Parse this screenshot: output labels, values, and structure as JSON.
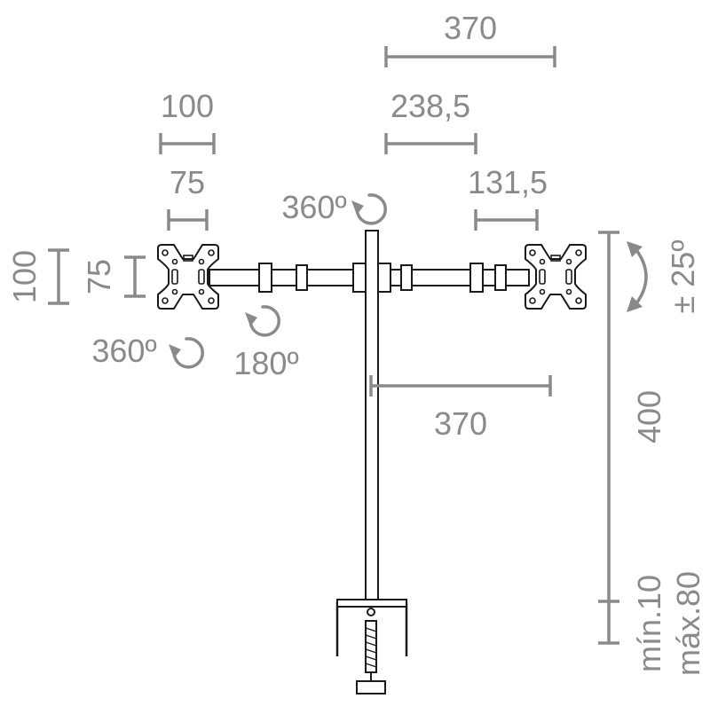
{
  "colors": {
    "dimension": "#8a8a8a",
    "line": "#1a1a1a",
    "background": "#ffffff"
  },
  "dimensions": {
    "top_width": "370",
    "arm_to_pole": "238,5",
    "arm_segment": "131,5",
    "vesa_outer_w": "100",
    "vesa_inner_w": "75",
    "vesa_outer_h": "100",
    "vesa_inner_h": "75",
    "reach": "370",
    "pole_height": "400",
    "clamp_min": "mín.10",
    "clamp_max": "máx.80"
  },
  "rotations": {
    "pole_rotate": "360º",
    "plate_rotate": "360º",
    "arm_rotate": "180º",
    "tilt": "± 25º"
  },
  "icons": [
    "rotate-cw-icon",
    "tilt-arc-icon"
  ]
}
